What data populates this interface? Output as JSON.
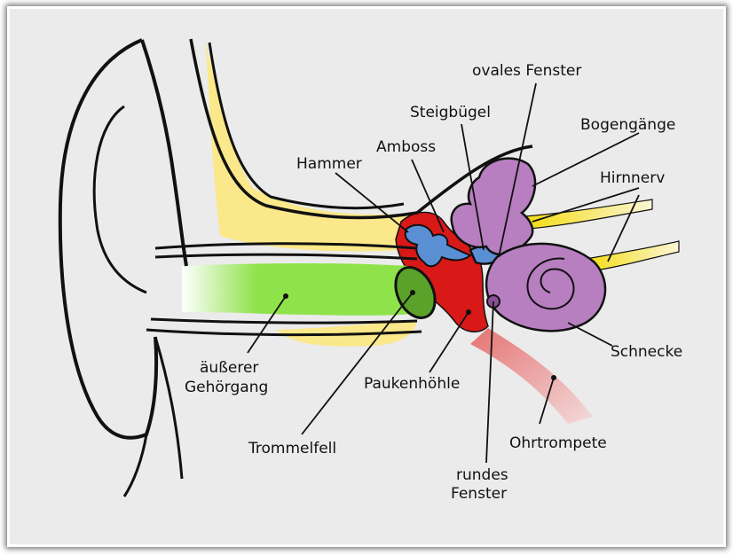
{
  "labels": {
    "ovales_fenster": "ovales Fenster",
    "steigbuegel": "Steigbügel",
    "bogengaenge": "Bogengänge",
    "amboss": "Amboss",
    "hammer": "Hammer",
    "hirnnerv": "Hirnnerv",
    "aeusserer_line1": "äußerer",
    "aeusserer_line2": "Gehörgang",
    "paukenhoehle": "Paukenhöhle",
    "schnecke": "Schnecke",
    "trommelfell": "Trommelfell",
    "ohrtrompete": "Ohrtrompete",
    "rundes_line1": "rundes",
    "rundes_line2": "Fenster"
  },
  "colors": {
    "background": "#ebebeb",
    "canal_green": "#8fe34a",
    "bone_yellow": "#fbe88a",
    "cavity_red": "#d91818",
    "ossicle_blue": "#5a8fd4",
    "labyrinth_purple": "#b77fc0",
    "nerve_yellow": "#f5e020",
    "tube_pink": "#e58a8a"
  }
}
